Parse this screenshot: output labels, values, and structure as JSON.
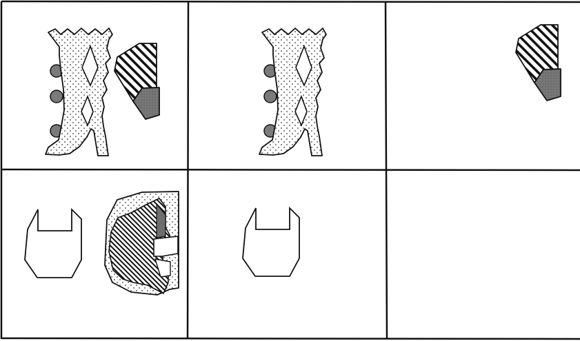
{
  "figure": {
    "grid": {
      "rows": 2,
      "columns": 3
    },
    "cells": [
      {
        "row": 1,
        "col": 1,
        "content": [
          "boot",
          "boot-cuff"
        ]
      },
      {
        "row": 1,
        "col": 2,
        "content": [
          "boot"
        ]
      },
      {
        "row": 1,
        "col": 3,
        "content": [
          "boot-cuff"
        ]
      },
      {
        "row": 2,
        "col": 1,
        "content": [
          "bracket-outline",
          "shaded-bracket"
        ]
      },
      {
        "row": 2,
        "col": 2,
        "content": [
          "bracket-outline"
        ]
      },
      {
        "row": 2,
        "col": 3,
        "content": []
      }
    ]
  },
  "colors": {
    "line": "#111111",
    "background": "#ffffff",
    "stipple": "#333333",
    "dark_fill": "#6e6e6e",
    "hatch": "#111111"
  }
}
